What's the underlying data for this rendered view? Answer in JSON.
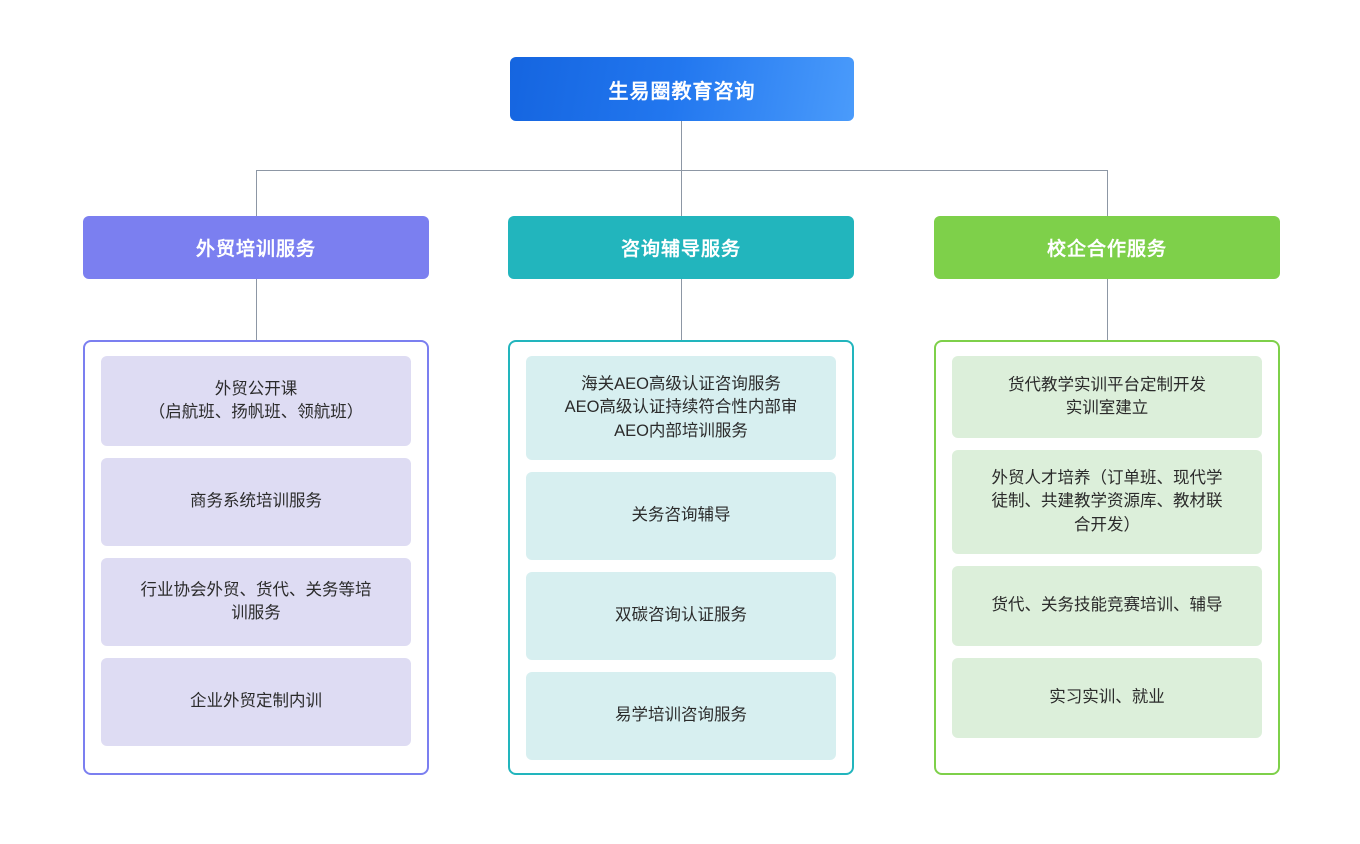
{
  "diagram": {
    "type": "organization-chart",
    "root": {
      "label": "生易圈教育咨询",
      "color": "#2277ef"
    },
    "connector_color": "#8d97a5",
    "branches": [
      {
        "header": "外贸培训服务",
        "header_color": "#7b7ff0",
        "border_color": "#7b7ff0",
        "leaf_fill": "#dedcf3",
        "items": [
          "外贸公开课\n（启航班、扬帆班、领航班）",
          "商务系统培训服务",
          "行业协会外贸、货代、关务等培\n训服务",
          "企业外贸定制内训"
        ]
      },
      {
        "header": "咨询辅导服务",
        "header_color": "#22b5bd",
        "border_color": "#22b5bd",
        "leaf_fill": "#d7eff0",
        "items": [
          "海关AEO高级认证咨询服务\nAEO高级认证持续符合性内部审\nAEO内部培训服务",
          "关务咨询辅导",
          "双碳咨询认证服务",
          "易学培训咨询服务"
        ]
      },
      {
        "header": "校企合作服务",
        "header_color": "#7ed04a",
        "border_color": "#7ed04a",
        "leaf_fill": "#dcefda",
        "items": [
          "货代教学实训平台定制开发\n实训室建立",
          "外贸人才培养（订单班、现代学\n徒制、共建教学资源库、教材联\n合开发）",
          "货代、关务技能竞赛培训、辅导",
          "实习实训、就业"
        ]
      }
    ]
  }
}
